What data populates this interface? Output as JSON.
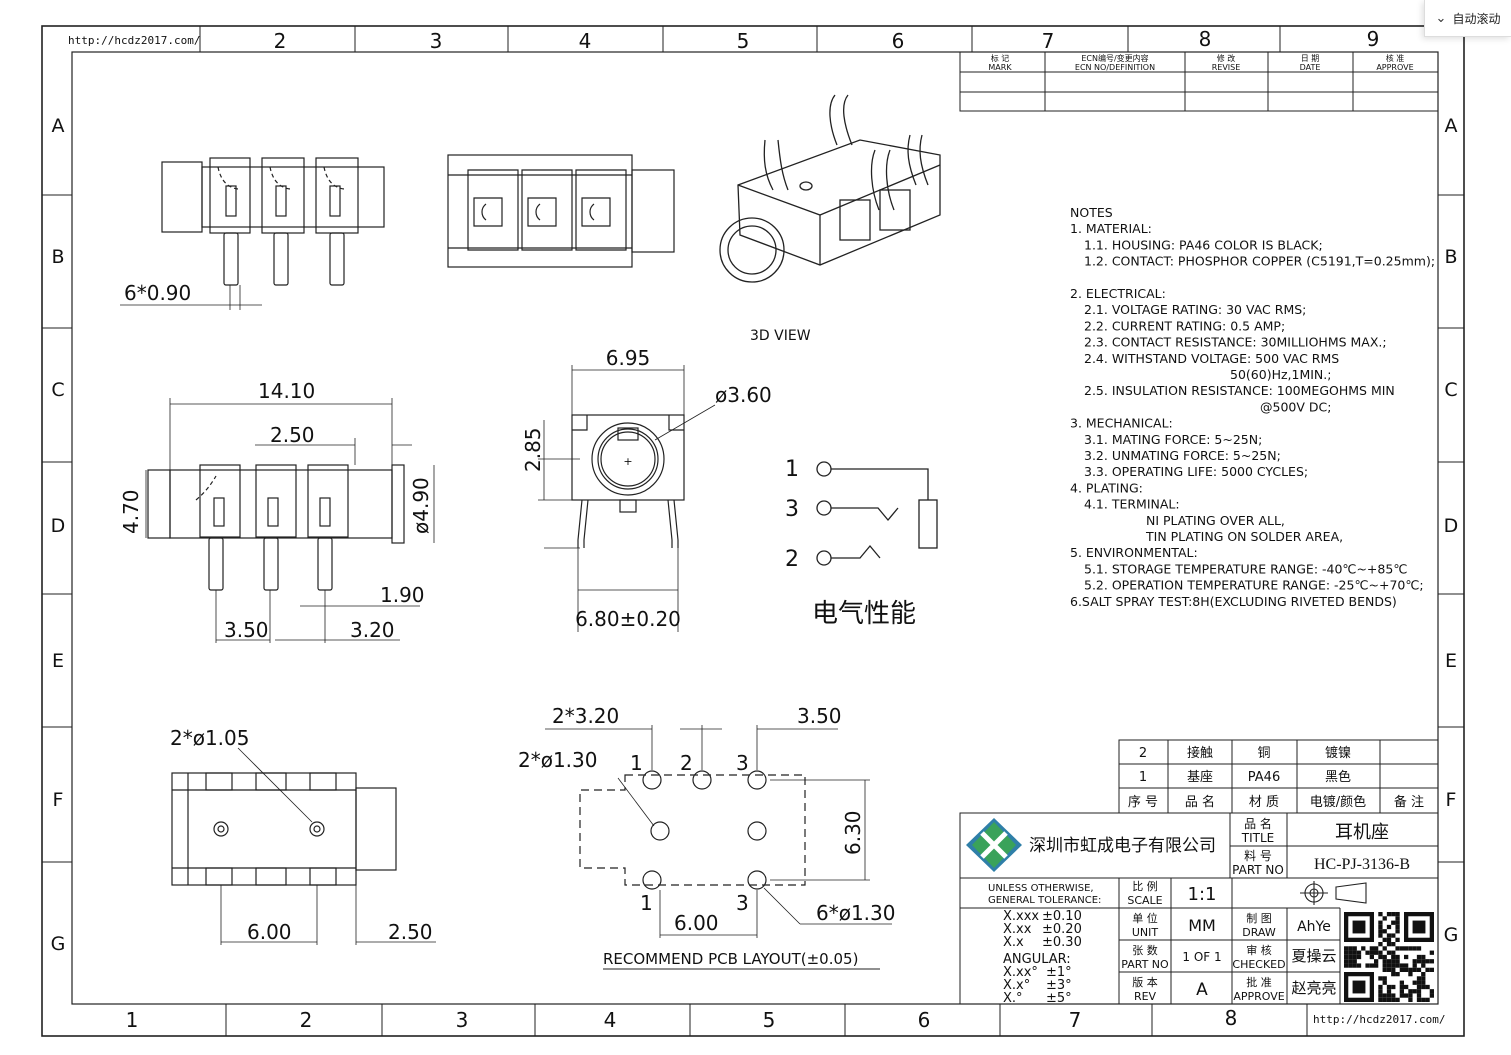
{
  "border": {
    "top_cols": [
      "2",
      "3",
      "4",
      "5",
      "6",
      "7",
      "8",
      "9"
    ],
    "bottom_cols": [
      "1",
      "2",
      "3",
      "4",
      "5",
      "6",
      "7",
      "8"
    ],
    "rows": [
      "A",
      "B",
      "C",
      "D",
      "E",
      "F",
      "G"
    ],
    "url_top": "http://hcdz2017.com/",
    "url_bottom": "http://hcdz2017.com/"
  },
  "revision_table": {
    "headers": [
      {
        "cn": "标 记",
        "en": "MARK"
      },
      {
        "cn": "ECN编号/变更内容",
        "en": "ECN NO/DEFINITION"
      },
      {
        "cn": "修 改",
        "en": "REVISE"
      },
      {
        "cn": "日 期",
        "en": "DATE"
      },
      {
        "cn": "核 准",
        "en": "APPROVE"
      }
    ]
  },
  "views": {
    "view_3d": "3D VIEW",
    "pcb_layout": "RECOMMEND PCB LAYOUT(±0.05)",
    "electrical": "电气性能"
  },
  "dims": {
    "pin_width": "6*0.90",
    "length": "14.10",
    "pitch_top": "2.50",
    "height": "4.70",
    "nose_dia": "ø4.90",
    "d_190": "1.90",
    "d_350": "3.50",
    "d_320": "3.20",
    "width": "6.95",
    "hole_dia": "ø3.60",
    "center_h": "2.85",
    "pin_span": "6.80±0.20",
    "bottom_hole": "2*ø1.05",
    "bottom_600": "6.00",
    "bottom_250": "2.50",
    "pcb_2x320": "2*3.20",
    "pcb_350": "3.50",
    "pcb_2x130": "2*ø1.30",
    "pcb_630": "6.30",
    "pcb_600": "6.00",
    "pcb_6x130": "6*ø1.30"
  },
  "pcb_pins": {
    "p1": "1",
    "p2": "2",
    "p3": "3",
    "b1": "1",
    "b3": "3"
  },
  "schematic_pins": [
    "1",
    "3",
    "2"
  ],
  "notes": [
    {
      "indent": 0,
      "text": "NOTES"
    },
    {
      "indent": 0,
      "text": "1. MATERIAL:"
    },
    {
      "indent": 1,
      "text": "1.1. HOUSING:  PA46  COLOR IS BLACK;"
    },
    {
      "indent": 1,
      "text": "1.2. CONTACT:  PHOSPHOR COPPER (C5191,T=0.25mm);"
    },
    {
      "indent": 0,
      "text": ""
    },
    {
      "indent": 0,
      "text": "2. ELECTRICAL:"
    },
    {
      "indent": 1,
      "text": "2.1. VOLTAGE RATING:  30 VAC RMS;"
    },
    {
      "indent": 1,
      "text": "2.2. CURRENT RATING:  0.5 AMP;"
    },
    {
      "indent": 1,
      "text": "2.3. CONTACT RESISTANCE:  30MILLIOHMS MAX.;"
    },
    {
      "indent": 1,
      "text": "2.4. WITHSTAND VOLTAGE:  500 VAC RMS"
    },
    {
      "indent": 3,
      "text": "50(60)Hz,1MIN.;"
    },
    {
      "indent": 1,
      "text": "2.5. INSULATION RESISTANCE:  100MEGOHMS MIN"
    },
    {
      "indent": 4,
      "text": "@500V DC;"
    },
    {
      "indent": 0,
      "text": "3. MECHANICAL:"
    },
    {
      "indent": 1,
      "text": "3.1. MATING FORCE:  5~25N;"
    },
    {
      "indent": 1,
      "text": "3.2. UNMATING FORCE:  5~25N;"
    },
    {
      "indent": 1,
      "text": "3.3. OPERATING LIFE:  5000 CYCLES;"
    },
    {
      "indent": 0,
      "text": "4. PLATING:"
    },
    {
      "indent": 1,
      "text": "4.1. TERMINAL:"
    },
    {
      "indent": 2,
      "text": "NI PLATING OVER ALL,"
    },
    {
      "indent": 2,
      "text": "TIN PLATING ON SOLDER AREA,"
    },
    {
      "indent": 0,
      "text": "5. ENVIRONMENTAL:"
    },
    {
      "indent": 1,
      "text": "5.1. STORAGE TEMPERATURE RANGE:  -40℃~+85℃"
    },
    {
      "indent": 1,
      "text": "5.2. OPERATION TEMPERATURE RANGE:  -25℃~+70℃;"
    },
    {
      "indent": 0,
      "text": "6.SALT SPRAY TEST:8H(EXCLUDING RIVETED BENDS)"
    }
  ],
  "bom": {
    "rows": [
      {
        "no": "2",
        "name": "接触",
        "material": "铜",
        "finish": "镀镍",
        "remark": ""
      },
      {
        "no": "1",
        "name": "基座",
        "material": "PA46",
        "finish": "黑色",
        "remark": ""
      }
    ],
    "header": {
      "no": "序 号",
      "name": "品 名",
      "material": "材 质",
      "finish": "电镀/颜色",
      "remark": "备 注"
    }
  },
  "title_block": {
    "company": "深圳市虹成电子有限公司",
    "title_label_cn": "品 名",
    "title_label_en": "TITLE",
    "title_value": "耳机座",
    "part_label_cn": "料 号",
    "part_label_en": "PART NO",
    "part_value": "HC-PJ-3136-B",
    "tol_head_1": "UNLESS    OTHERWISE,",
    "tol_head_2": "GENERAL  TOLERANCE:",
    "tol_lines": [
      {
        "k": "X.xxx",
        "v": "±0.10"
      },
      {
        "k": "X.xx",
        "v": "±0.20"
      },
      {
        "k": "X.x",
        "v": "±0.30"
      }
    ],
    "angular": "ANGULAR:",
    "ang_lines": [
      {
        "k": "X.xx°",
        "v": "±1°"
      },
      {
        "k": "X.x°",
        "v": "±3°"
      },
      {
        "k": "X.°",
        "v": "±5°"
      }
    ],
    "scale_cn": "比 例",
    "scale_en": "SCALE",
    "scale_value": "1:1",
    "unit_cn": "单 位",
    "unit_en": "UNIT",
    "unit_value": "MM",
    "sheet_cn": "张 数",
    "sheet_en": "PART NO",
    "sheet_value": "1 OF 1",
    "rev_cn": "版 本",
    "rev_en": "REV",
    "rev_value": "A",
    "draw_cn": "制 图",
    "draw_en": "DRAW",
    "draw_value": "AhYe",
    "check_cn": "审 核",
    "check_en": "CHECKED",
    "check_value": "夏操云",
    "approve_cn": "批 准",
    "approve_en": "APPROVE",
    "approve_value": "赵亮亮"
  },
  "scroll_badge": {
    "label": "自动滚动"
  }
}
